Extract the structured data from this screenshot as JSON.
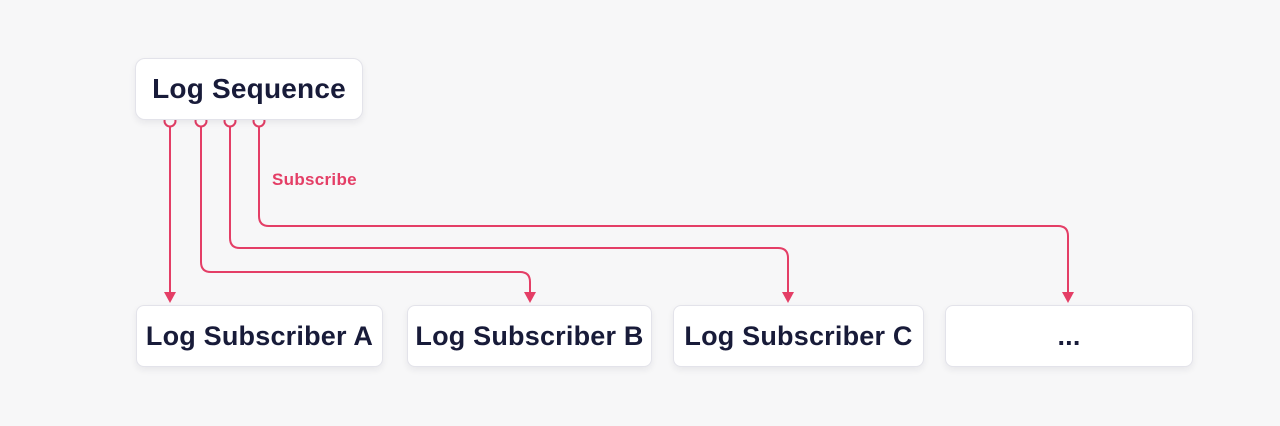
{
  "diagram": {
    "publisher": {
      "label": "Log Sequence"
    },
    "edge_label": "Subscribe",
    "subscribers": [
      {
        "label": "Log Subscriber A"
      },
      {
        "label": "Log Subscriber B"
      },
      {
        "label": "Log Subscriber C"
      },
      {
        "label": "..."
      }
    ],
    "ports_count": "4",
    "colors": {
      "accent": "#e43e66",
      "background": "#f7f7f8",
      "node_bg": "#ffffff",
      "node_border": "#e3e3ea",
      "node_text": "#181b39"
    }
  }
}
